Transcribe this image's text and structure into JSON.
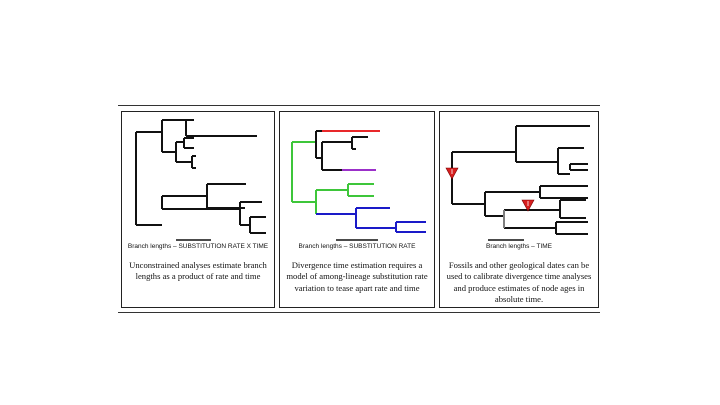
{
  "panels": [
    {
      "scale_label": "Branch lengths – SUBSTITUTION RATE X TIME",
      "caption": "Unconstrained analyses estimate branch lengths as a product of rate and time"
    },
    {
      "scale_label": "Branch lengths – SUBSTITUTION RATE",
      "caption": "Divergence time estimation requires a model of among-lineage substitution rate variation to tease apart rate and time"
    },
    {
      "scale_label": "Branch lengths – TIME",
      "caption": "Fossils and other geological dates can be used to calibrate divergence time analyses and produce estimates of node ages in absolute time."
    }
  ],
  "colors": {
    "branch": "#111111",
    "red_lineage": "#e8282a",
    "purple_lineage": "#9b30c9",
    "green_lineage": "#3ec63a",
    "blue_lineage": "#1a1ac8",
    "calibration_marker": "#d81e1e",
    "calibrated_branch": "#999999"
  },
  "icons": [
    "fossil-calibration-icon"
  ]
}
